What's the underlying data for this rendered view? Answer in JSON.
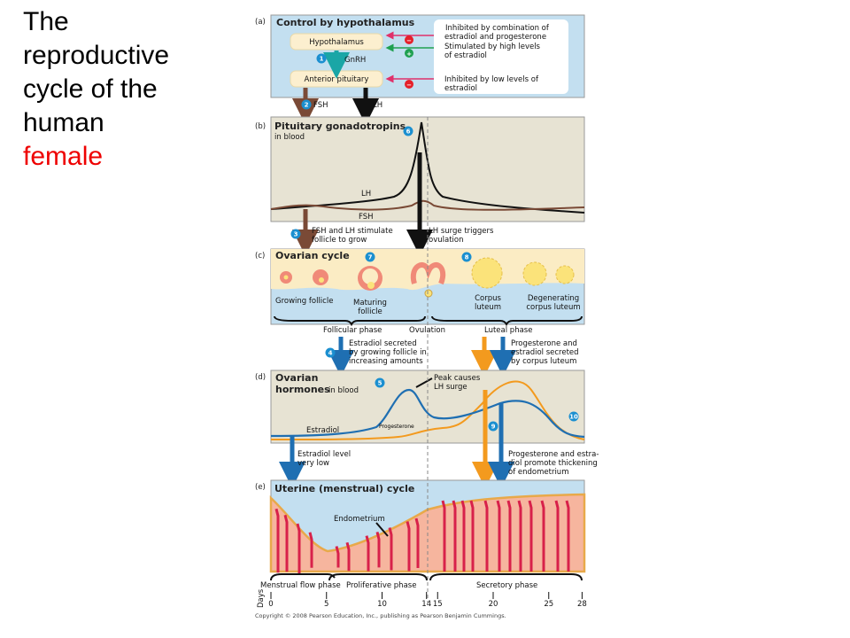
{
  "slide": {
    "title_line1": "The",
    "title_line2": "reproductive",
    "title_line3": "cycle of the",
    "title_line4": "human",
    "title_accent": "female"
  },
  "colors": {
    "accent_red": "#e00000",
    "panel_blue": "#c3dff0",
    "panel_beige": "#e7e3d3",
    "estradiol": "#1f6fb2",
    "progesterone": "#f39a1e",
    "lh": "#111111",
    "fsh": "#7a4a36",
    "step_circle": "#1b8fd0"
  },
  "panel_a": {
    "tag": "(a)",
    "title": "Control by hypothalamus",
    "hypothalamus": "Hypothalamus",
    "gnrh": "GnRH",
    "anterior_pituitary": "Anterior pituitary",
    "fsh": "FSH",
    "lh": "LH",
    "note1_l1": "Inhibited by combination of",
    "note1_l2": "estradiol and progesterone",
    "note2_l1": "Stimulated by high levels",
    "note2_l2": "of estradiol",
    "note3_l1": "Inhibited by low levels of",
    "note3_l2": "estradiol",
    "minus": "−",
    "plus": "+"
  },
  "panel_b": {
    "tag": "(b)",
    "title": "Pituitary gonadotropins",
    "subtitle": "in blood",
    "lh": "LH",
    "fsh": "FSH",
    "note_left_l1": "FSH and LH stimulate",
    "note_left_l2": "follicle to grow",
    "note_right_l1": "LH surge triggers",
    "note_right_l2": "ovulation"
  },
  "panel_c": {
    "tag": "(c)",
    "title": "Ovarian cycle",
    "growing": "Growing follicle",
    "maturing_l1": "Maturing",
    "maturing_l2": "follicle",
    "corpus_l1": "Corpus",
    "corpus_l2": "luteum",
    "degen_l1": "Degenerating",
    "degen_l2": "corpus luteum",
    "follicular": "Follicular phase",
    "ovulation": "Ovulation",
    "luteal": "Luteal phase",
    "note_left_l1": "Estradiol secreted",
    "note_left_l2": "by growing follicle in",
    "note_left_l3": "increasing amounts",
    "note_right_l1": "Progesterone and",
    "note_right_l2": "estradiol secreted",
    "note_right_l3": "by corpus luteum"
  },
  "panel_d": {
    "tag": "(d)",
    "title_l1": "Ovarian",
    "title_l2": "hormones",
    "subtitle": "in blood",
    "peak_l1": "Peak causes",
    "peak_l2": "LH surge",
    "estradiol": "Estradiol",
    "progesterone": "Progesterone",
    "note_left_l1": "Estradiol level",
    "note_left_l2": "very low",
    "note_right_l1": "Progesterone and estra-",
    "note_right_l2": "diol promote thickening",
    "note_right_l3": "of endometrium"
  },
  "panel_e": {
    "tag": "(e)",
    "title": "Uterine (menstrual) cycle",
    "endometrium": "Endometrium",
    "menstrual": "Menstrual flow phase",
    "proliferative": "Proliferative phase",
    "secretory": "Secretory phase"
  },
  "steps": [
    "1",
    "2",
    "3",
    "4",
    "5",
    "6",
    "7",
    "8",
    "9",
    "10"
  ],
  "axis": {
    "label": "Days",
    "ticks": [
      "0",
      "5",
      "10",
      "14",
      "15",
      "20",
      "25",
      "28"
    ]
  },
  "copyright": "Copyright © 2008 Pearson Education, Inc., publishing as Pearson Benjamin Cummings."
}
